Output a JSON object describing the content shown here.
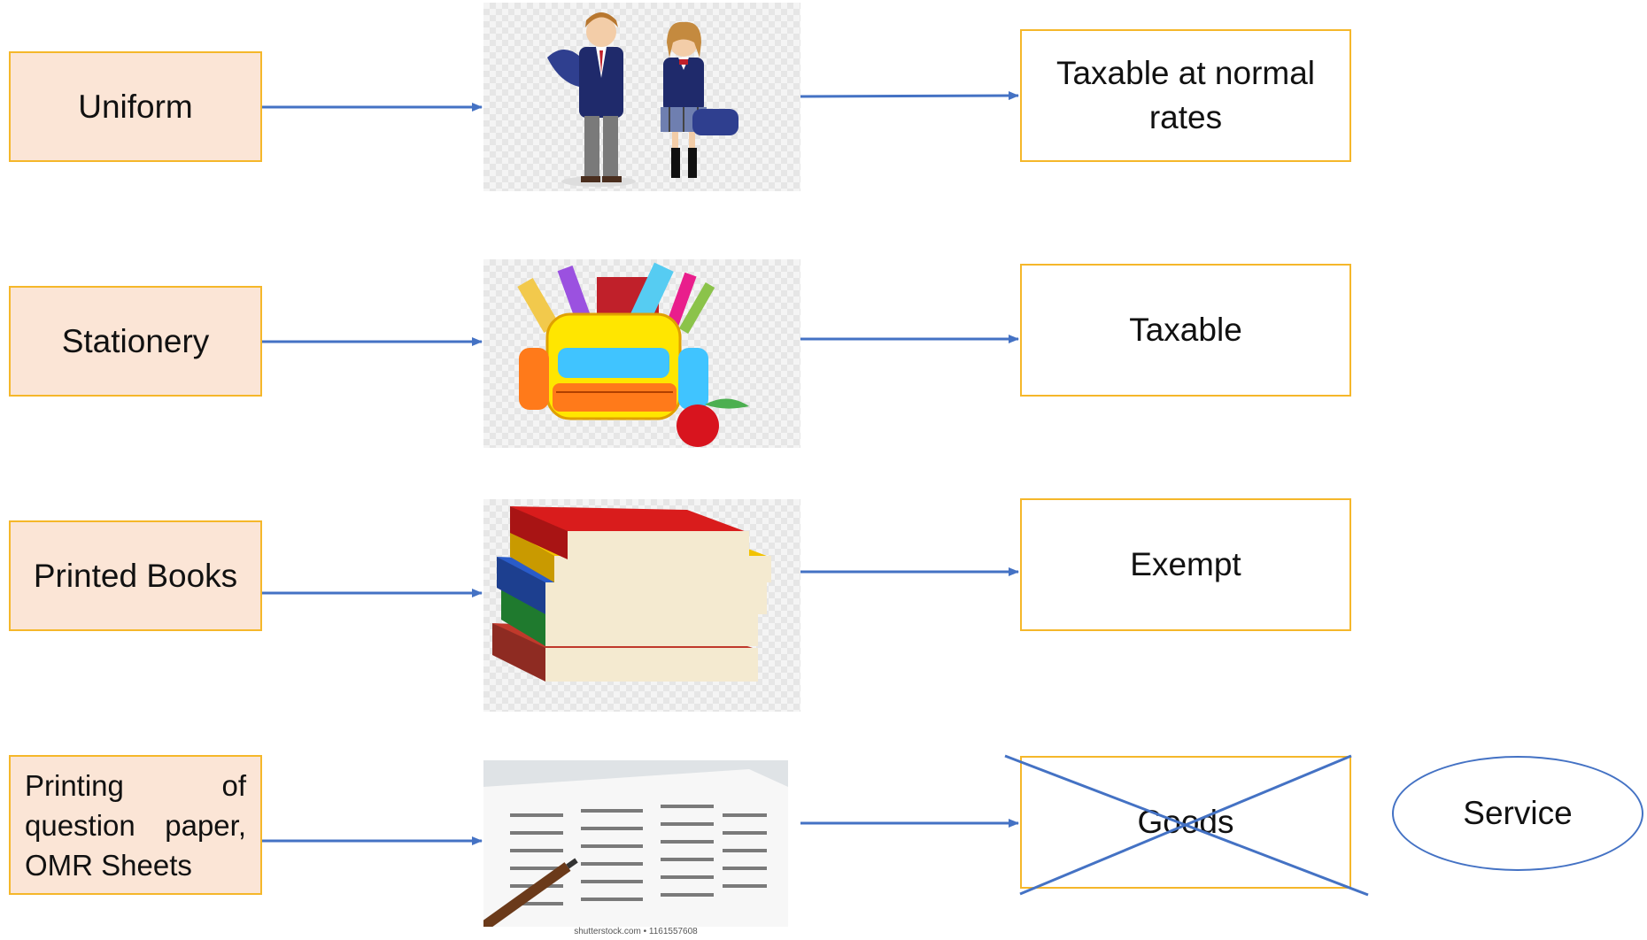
{
  "rows": [
    {
      "category": "Uniform",
      "result": "Taxable at normal rates"
    },
    {
      "category": "Stationery",
      "result": "Taxable"
    },
    {
      "category": "Printed Books",
      "result": "Exempt"
    },
    {
      "category": "Printing of question paper, OMR Sheets",
      "result": "Goods",
      "result_crossed": true,
      "alternative": "Service"
    }
  ],
  "images": [
    "school-uniform-students",
    "school-bag-stationery",
    "stack-of-books",
    "omr-answer-sheet-photo"
  ],
  "photo_credit": "shutterstock.com • 1161557608",
  "colors": {
    "left_fill": "#fbe5d6",
    "box_border": "#f5b72a",
    "arrow": "#4472c4"
  }
}
